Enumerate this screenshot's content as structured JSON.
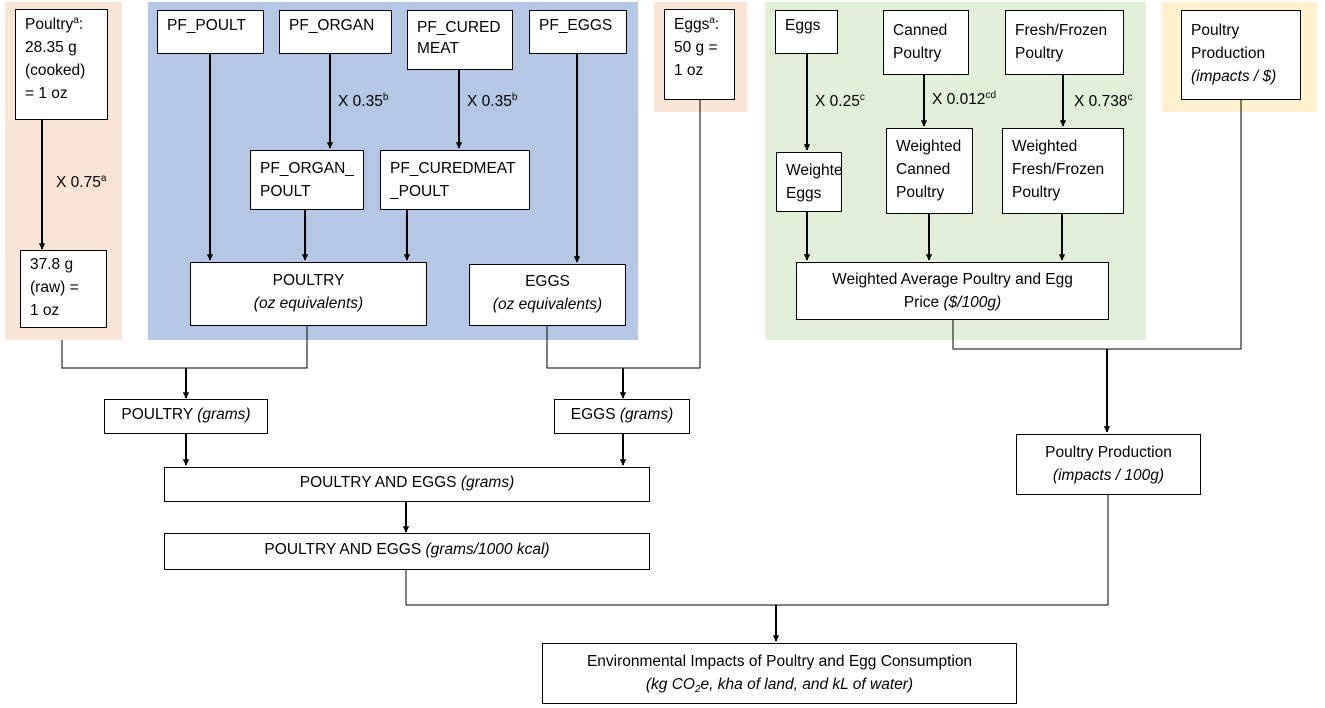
{
  "colors": {
    "orange_panel": "#fbe5d6",
    "blue_panel": "#b4c7e7",
    "green_panel": "#e2f0d9",
    "yellow_panel": "#fff2cc"
  },
  "poultry_conversion": {
    "label": "Poultry",
    "sup": "a",
    "cooked_lines": [
      ": 28.35 g",
      "(cooked)",
      "= 1 oz"
    ],
    "factor": "X 0.75",
    "factor_sup": "a",
    "raw_lines": [
      "37.8 g",
      "(raw) =",
      "1 oz"
    ]
  },
  "fped": {
    "pf_poult": "PF_POULT",
    "pf_organ": "PF_ORGAN",
    "pf_cured_lines": [
      "PF_CURED",
      "MEAT"
    ],
    "pf_eggs": "PF_EGGS",
    "organ_factor": "X 0.35",
    "organ_factor_sup": "b",
    "cured_factor": "X 0.35",
    "cured_factor_sup": "b",
    "organ_poult_lines": [
      "PF_ORGAN_",
      "POULT"
    ],
    "curedmeat_poult_lines": [
      "PF_CUREDMEAT",
      "_POULT"
    ],
    "poultry_title": "POULTRY",
    "poultry_units": "(oz equivalents)",
    "eggs_title": "EGGS",
    "eggs_units": "(oz equivalents)"
  },
  "eggs_conversion": {
    "label": "Eggs",
    "sup": "a",
    "lines": [
      ":",
      "50 g =",
      "1 oz"
    ]
  },
  "price": {
    "eggs": "Eggs",
    "canned_lines": [
      "Canned",
      "Poultry"
    ],
    "fresh_lines": [
      "Fresh/Frozen",
      "Poultry"
    ],
    "eggs_factor": "X 0.25",
    "eggs_factor_sup": "c",
    "canned_factor": "X 0.012",
    "canned_factor_sup": "cd",
    "fresh_factor": "X 0.738",
    "fresh_factor_sup": "c",
    "weighted_eggs_lines": [
      "Weighted",
      "Eggs"
    ],
    "weighted_canned_lines": [
      "Weighted",
      "Canned",
      "Poultry"
    ],
    "weighted_fresh_lines": [
      "Weighted",
      "Fresh/Frozen",
      "Poultry"
    ],
    "avg_title": "Weighted Average Poultry and Egg",
    "avg_title2": "Price",
    "avg_units": "($/100g)"
  },
  "production": {
    "title": "Poultry",
    "title2": "Production",
    "units": "(impacts / $)"
  },
  "grams": {
    "poultry": "POULTRY",
    "poultry_units": "(grams)",
    "eggs": "EGGS",
    "eggs_units": "(grams)",
    "combined": "POULTRY AND EGGS",
    "combined_units": "(grams)",
    "per_kcal": "POULTRY AND EGGS",
    "per_kcal_units": "(grams/1000 kcal)"
  },
  "production_100g": {
    "title": "Poultry Production",
    "units": "(impacts / 100g)"
  },
  "final": {
    "title": "Environmental Impacts of Poultry and Egg Consumption",
    "units_pre": "(kg CO",
    "units_sub": "2",
    "units_post": "e, kha of land, and kL of water)"
  }
}
